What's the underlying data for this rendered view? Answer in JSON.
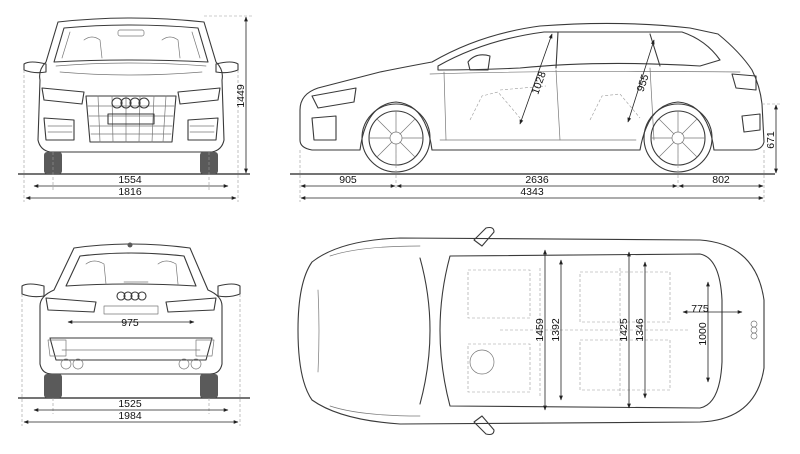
{
  "dimensions": {
    "front_height": "1449",
    "front_track": "1554",
    "front_width_mirrors": "1816",
    "front_overhang": "905",
    "wheelbase": "2636",
    "rear_overhang": "802",
    "overall_length": "4343",
    "front_headroom": "1028",
    "rear_headroom": "955",
    "loading_sill_height": "671",
    "tailgate_opening_width": "975",
    "rear_track": "1525",
    "width_mirrors_folded_out": "1984",
    "front_elbow_width": "1459",
    "front_shoulder_width": "1392",
    "rear_elbow_width": "1425",
    "rear_shoulder_width": "1346",
    "luggage_length": "775",
    "luggage_width": "1000"
  }
}
